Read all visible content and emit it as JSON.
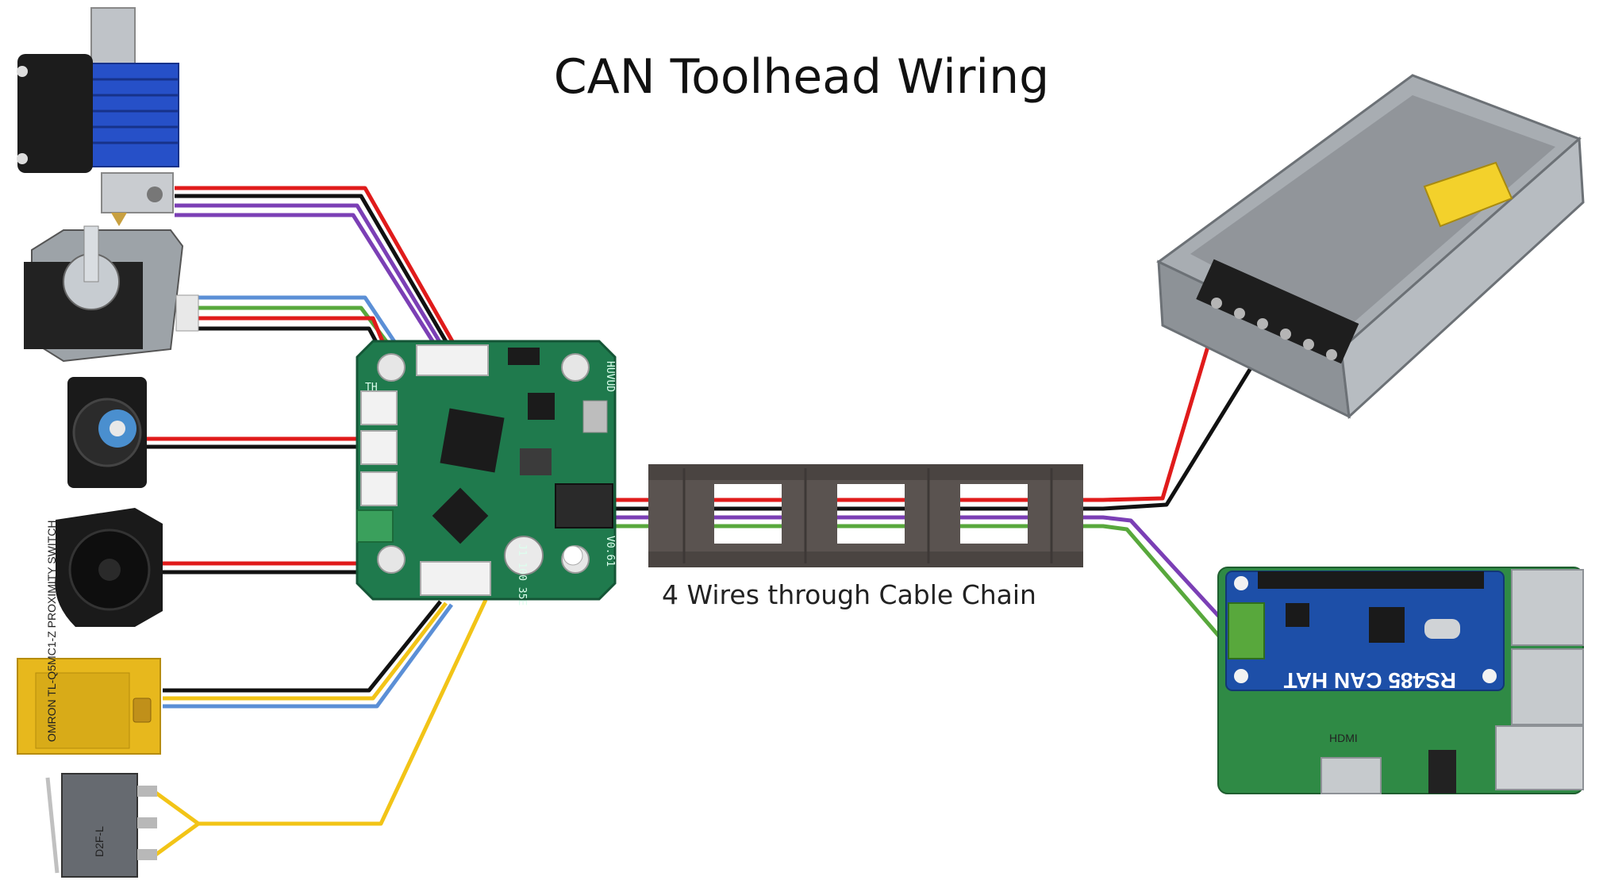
{
  "title": "CAN Toolhead Wiring",
  "chain_caption": "4 Wires through Cable Chain",
  "board_labels": {
    "brand": "HUVUD",
    "version": "V0.61",
    "th": "TH",
    "capacitor": "J1 100 35E"
  },
  "hat_label": "RS485 CAN HAT",
  "sensor_label": "OMRON TL-Q5MC1-Z PROXIMITY SWITCH",
  "switch_label": "D2F-L",
  "hdmi_label": "HDMI",
  "colors": {
    "red": "#e01b1b",
    "black": "#111111",
    "purple": "#7b3fb5",
    "blue": "#5b8fd6",
    "green": "#58a83c",
    "yellow": "#f2c417",
    "pcb_green": "#1f7a4d",
    "hat_blue": "#1d4fa8",
    "chain": "#5a5350"
  }
}
